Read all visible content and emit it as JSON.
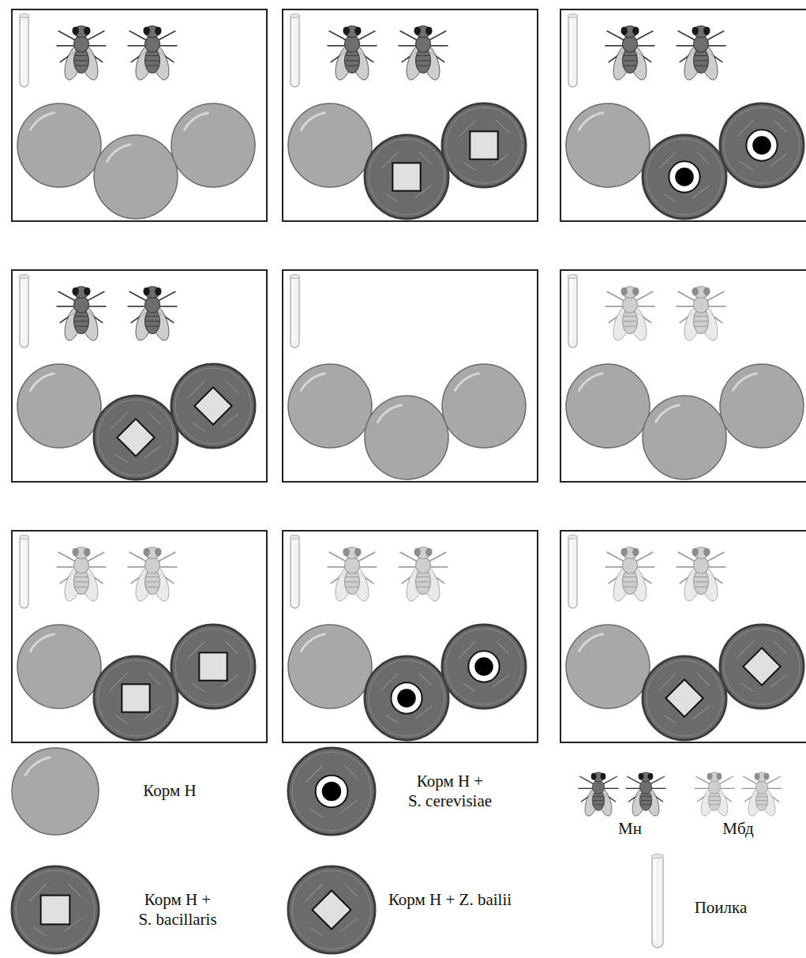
{
  "diagram": {
    "legend": [
      {
        "text": "Корм Н"
      },
      {
        "text": "Корм Н + S. cerevisiae"
      },
      {
        "text": "Корм Н + S. bacillaris"
      },
      {
        "text": "Корм Н + Z. bailii"
      },
      {
        "text": "Мн"
      },
      {
        "text": "Мбд"
      },
      {
        "text": "Поилка"
      }
    ]
  }
}
